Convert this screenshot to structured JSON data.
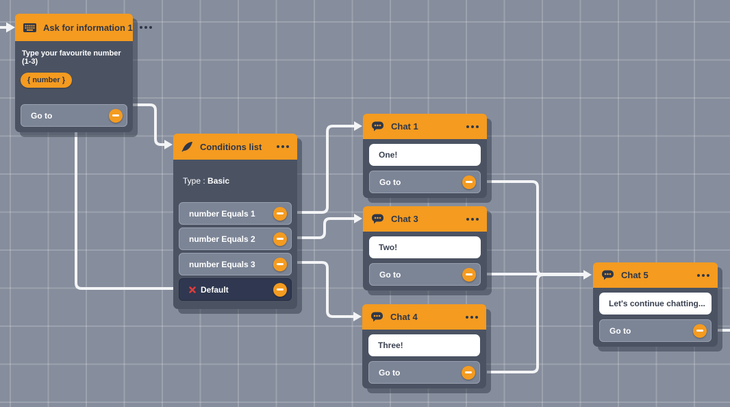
{
  "colors": {
    "canvas_bg": "#868d9c",
    "grid_line": "#9aa1af",
    "accent_orange": "#f49b20",
    "node_body": "#4b5363",
    "port_row_bg": "#7c8596",
    "default_row_bg": "#2f3850",
    "header_text": "#2e3749",
    "wire": "#f3f4f6",
    "error_red": "#e03c3c"
  },
  "nodes": {
    "ask": {
      "title": "Ask for information 1",
      "icon": "keyboard-icon",
      "question": "Type your favourite number (1-3)",
      "variable": "{ number }",
      "goto_label": "Go to"
    },
    "conditions": {
      "title": "Conditions list",
      "icon": "quill-icon",
      "type_label": "Type : ",
      "type_value": "Basic",
      "rows": [
        {
          "label": "number Equals 1"
        },
        {
          "label": "number Equals 2"
        },
        {
          "label": "number Equals 3"
        },
        {
          "label": "Default",
          "is_default": true
        }
      ]
    },
    "chat1": {
      "title": "Chat 1",
      "icon": "chat-icon",
      "message": "One!",
      "goto_label": "Go to"
    },
    "chat3": {
      "title": "Chat 3",
      "icon": "chat-icon",
      "message": "Two!",
      "goto_label": "Go to"
    },
    "chat4": {
      "title": "Chat 4",
      "icon": "chat-icon",
      "message": "Three!",
      "goto_label": "Go to"
    },
    "chat5": {
      "title": "Chat 5",
      "icon": "chat-icon",
      "message": "Let's continue chatting...",
      "goto_label": "Go to"
    }
  },
  "edges": [
    {
      "from": "canvas-entry-left",
      "to": "ask"
    },
    {
      "from": "ask.goto",
      "to": "conditions"
    },
    {
      "from": "conditions.default",
      "to": "ask"
    },
    {
      "from": "conditions.number-equals-1",
      "to": "chat1"
    },
    {
      "from": "conditions.number-equals-2",
      "to": "chat3"
    },
    {
      "from": "conditions.number-equals-3",
      "to": "chat4"
    },
    {
      "from": "chat1.goto",
      "to": "chat5"
    },
    {
      "from": "chat3.goto",
      "to": "chat5"
    },
    {
      "from": "chat4.goto",
      "to": "chat5"
    },
    {
      "from": "chat5.goto",
      "to": "offscreen-right"
    }
  ]
}
